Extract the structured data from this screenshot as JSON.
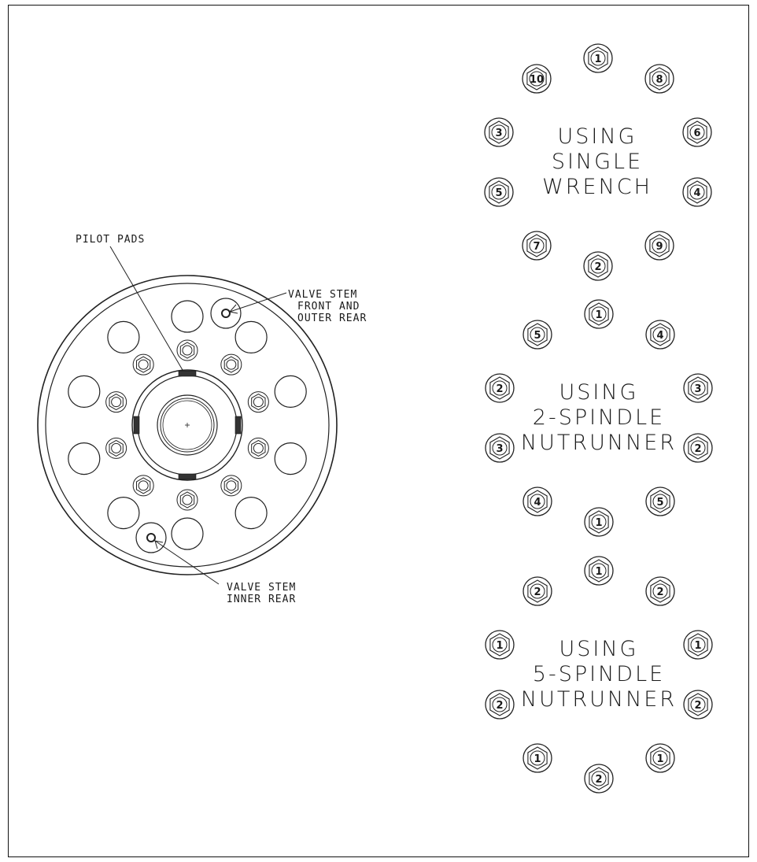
{
  "wheel_labels": {
    "pilot_pads": "PILOT PADS",
    "valve_stem_front": [
      "VALVE STEM",
      "FRONT AND",
      "OUTER REAR"
    ],
    "valve_stem_inner": [
      "VALVE STEM",
      "INNER REAR"
    ]
  },
  "patterns": [
    {
      "title_lines": [
        "USING",
        "SINGLE",
        "WRENCH"
      ],
      "sequence": [
        "1",
        "8",
        "6",
        "4",
        "9",
        "2",
        "7",
        "5",
        "3",
        "10"
      ]
    },
    {
      "title_lines": [
        "USING",
        "2-SPINDLE",
        "NUTRUNNER"
      ],
      "sequence": [
        "1",
        "4",
        "3",
        "2",
        "5",
        "1",
        "4",
        "3",
        "2",
        "5"
      ]
    },
    {
      "title_lines": [
        "USING",
        "5-SPINDLE",
        "NUTRUNNER"
      ],
      "sequence": [
        "1",
        "2",
        "1",
        "2",
        "1",
        "2",
        "1",
        "2",
        "1",
        "2"
      ]
    }
  ]
}
